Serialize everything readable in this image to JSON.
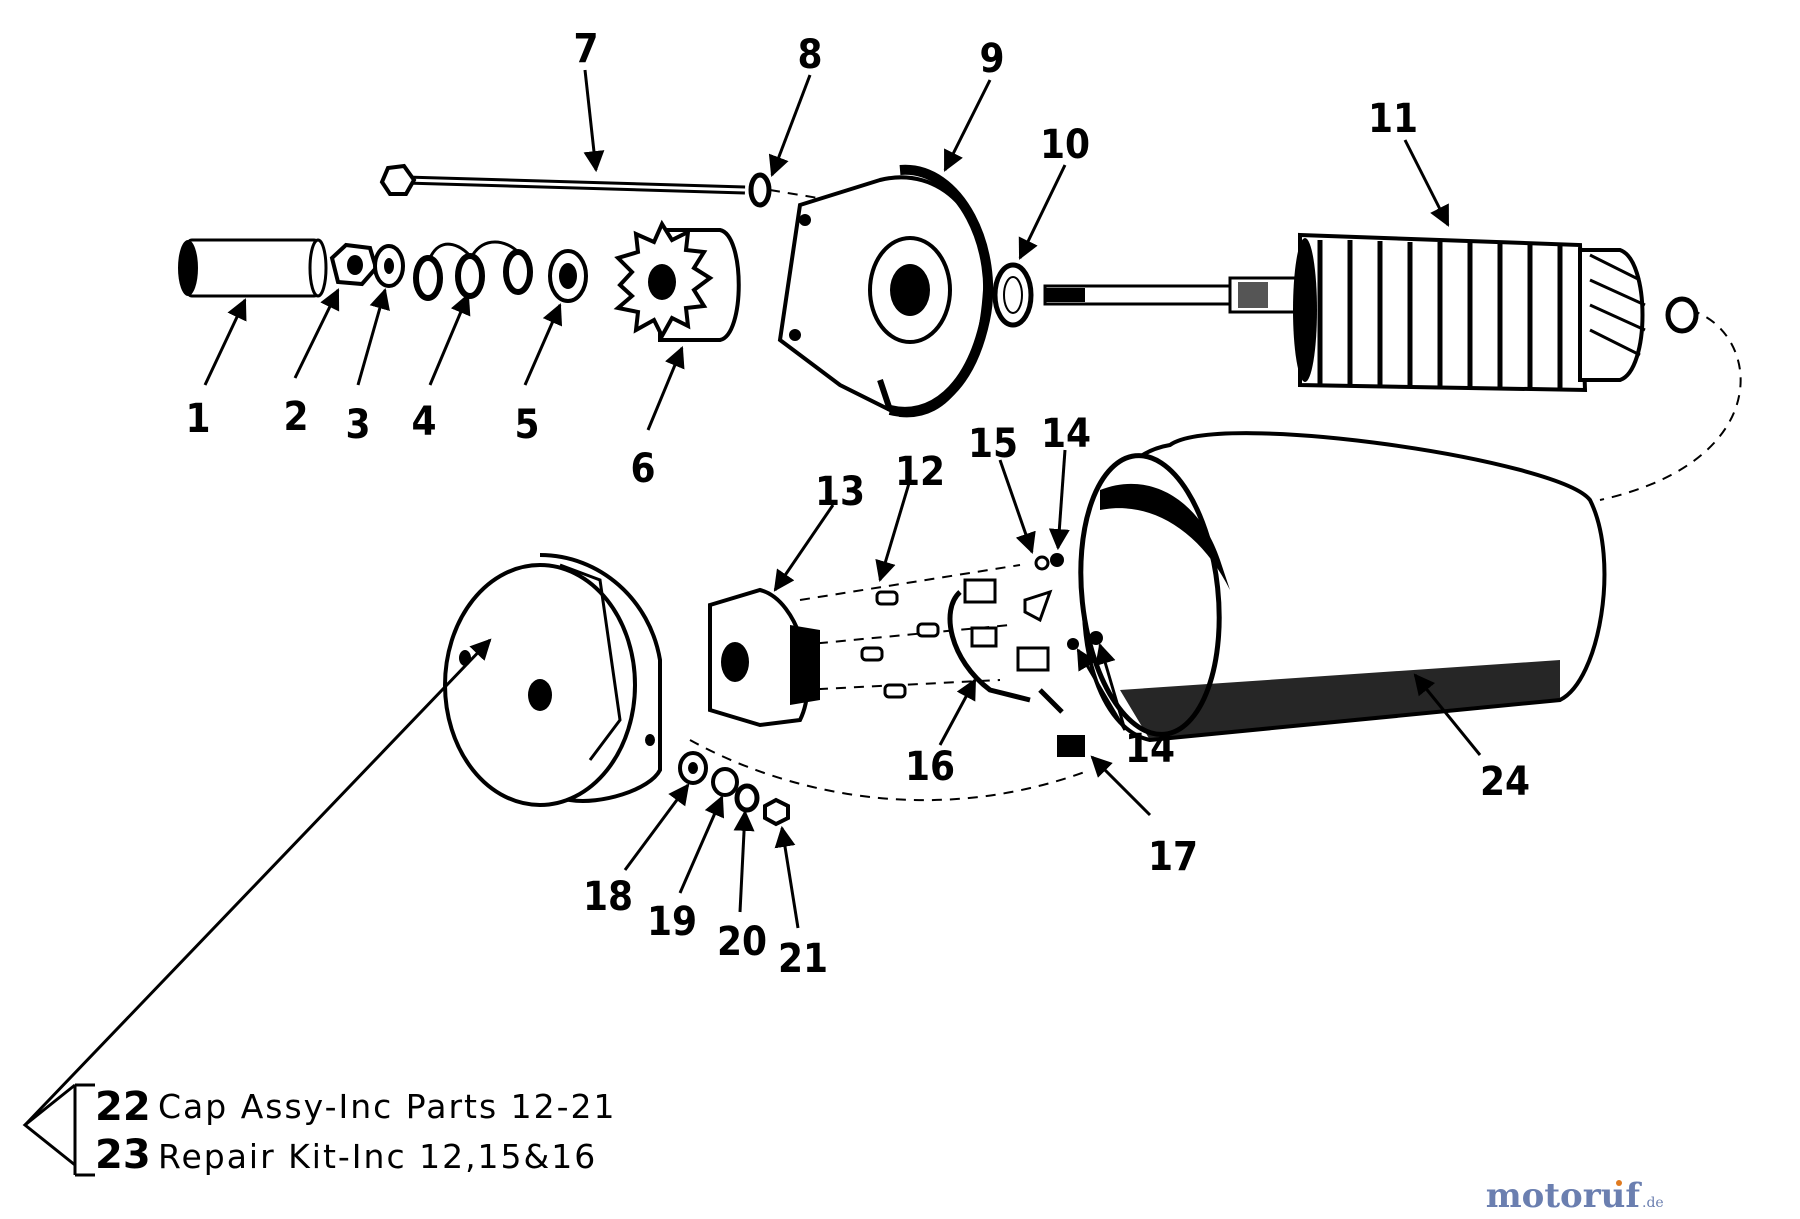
{
  "callouts": {
    "c1": "1",
    "c2": "2",
    "c3": "3",
    "c4": "4",
    "c5": "5",
    "c6": "6",
    "c7": "7",
    "c8": "8",
    "c9": "9",
    "c10": "10",
    "c11": "11",
    "c12": "12",
    "c13": "13",
    "c14a": "14",
    "c14b": "14",
    "c15": "15",
    "c16": "16",
    "c17": "17",
    "c18": "18",
    "c19": "19",
    "c20": "20",
    "c21": "21",
    "c24": "24"
  },
  "legend": {
    "items": [
      {
        "num": "22",
        "text": "Cap Assy-Inc Parts 12-21"
      },
      {
        "num": "23",
        "text": "Repair Kit-Inc 12,15&16"
      }
    ]
  },
  "watermark": {
    "brand": "motoruf",
    "tld": ".de"
  },
  "colors": {
    "ink": "#000000",
    "paper": "#ffffff",
    "watermark_blue": "#6b7fb0",
    "watermark_orange": "#e07a1f"
  }
}
